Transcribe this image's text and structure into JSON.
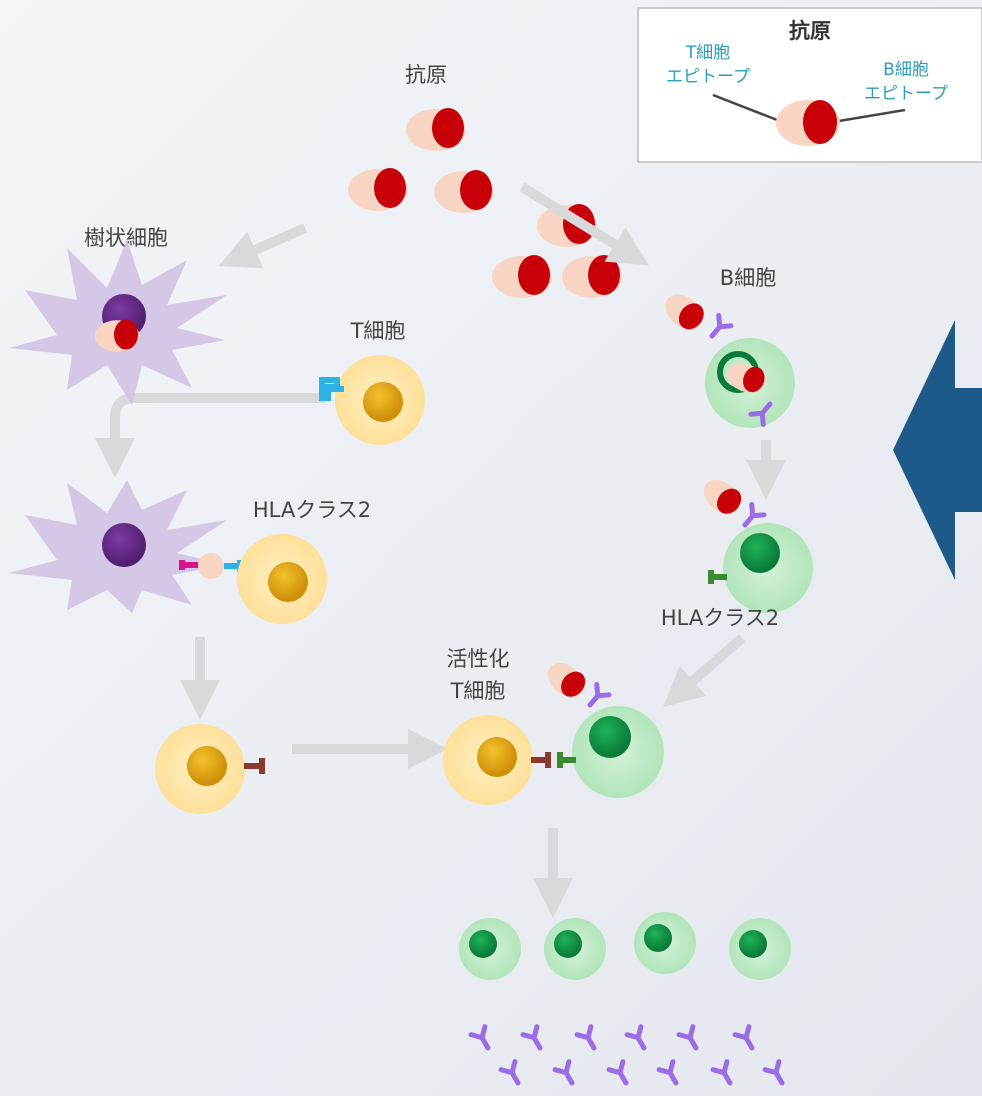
{
  "labels": {
    "antigen": "抗原",
    "dendritic_cell": "樹状細胞",
    "t_cell": "T細胞",
    "b_cell": "B細胞",
    "hla_class2_left": "HLAクラス2",
    "hla_class2_right": "HLAクラス2",
    "activated_t_cell_line1": "活性化",
    "activated_t_cell_line2": "T細胞"
  },
  "legend": {
    "title": "抗原",
    "t_epitope_line1": "T細胞",
    "t_epitope_line2": "エピトープ",
    "b_epitope_line1": "B細胞",
    "b_epitope_line2": "エピトープ"
  },
  "colors": {
    "antigen_red": "#c8000a",
    "antigen_peach": "#f8d5c2",
    "t_cell_fill": "#fde8a6",
    "t_cell_nucleus": "#e2a40e",
    "b_cell_fill": "#bfe9c5",
    "b_cell_nucleus": "#12994a",
    "dendritic": "#d2c3e4",
    "dendritic_nucleus": "#6a2a8e",
    "antibody": "#9b6ce6",
    "tcr": "#2bb3e6",
    "hla_pink": "#d6148c",
    "hla_green": "#3b8a32",
    "cd40l": "#8a3a2c",
    "arrow_gray": "#d8d9db",
    "big_arrow": "#1d5a8a"
  }
}
